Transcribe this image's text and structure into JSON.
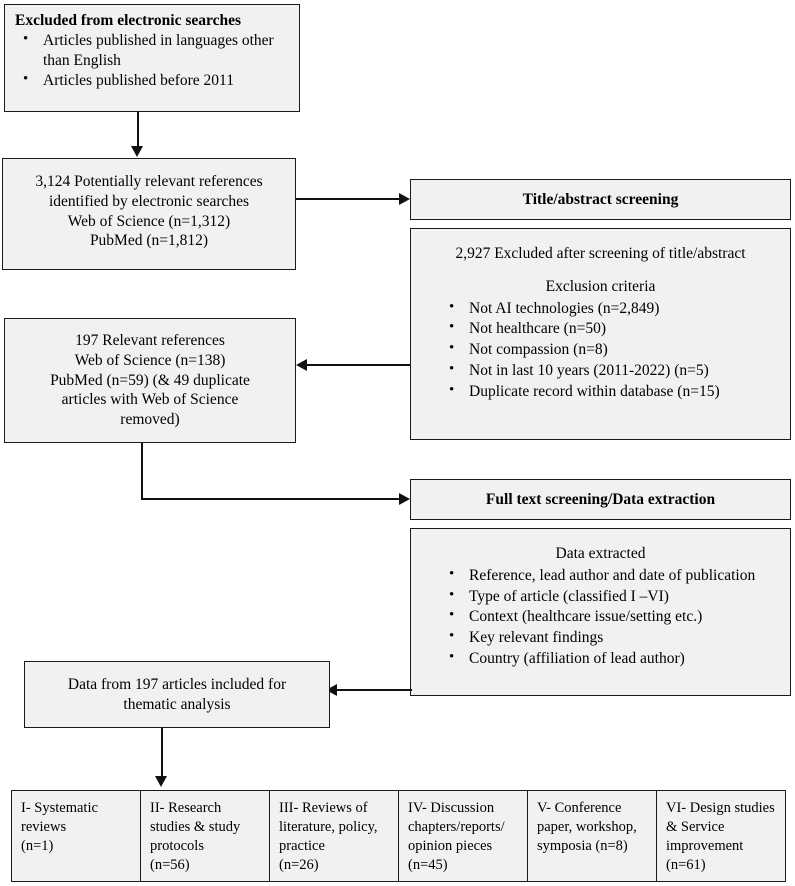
{
  "diagram": {
    "title": "PRISMA literature search and screening flow diagram",
    "box_fill": "#f1f1f1",
    "border_color": "#1a1a1a",
    "line_color": "#111111"
  },
  "excluded_box": {
    "heading": "Excluded from electronic searches",
    "items": [
      "Articles published in languages other than English",
      "Articles published before 2011"
    ]
  },
  "identified_box": {
    "lines": [
      "3,124 Potentially relevant references",
      "identified by electronic searches",
      "Web of Science (n=1,312)",
      "PubMed (n=1,812)"
    ]
  },
  "title_screening_box": {
    "heading": "Title/abstract screening"
  },
  "exclusion_box": {
    "heading": "2,927 Excluded after screening of title/abstract",
    "subheading": "Exclusion criteria",
    "items": [
      "Not AI technologies (n=2,849)",
      "Not healthcare (n=50)",
      "Not compassion (n=8)",
      "Not in last 10 years (2011-2022) (n=5)",
      "Duplicate record within database (n=15)"
    ]
  },
  "relevant_box": {
    "lines": [
      "197 Relevant references",
      "Web of Science (n=138)",
      "PubMed (n=59) (& 49 duplicate",
      "articles with Web of Science",
      "removed)"
    ]
  },
  "fulltext_box": {
    "heading": "Full text screening/Data extraction"
  },
  "data_extracted_box": {
    "subheading": "Data extracted",
    "items": [
      "Reference, lead author and date of publication",
      "Type of article (classified I –VI)",
      "Context (healthcare issue/setting etc.)",
      "Key relevant findings",
      "Country (affiliation of lead author)"
    ]
  },
  "thematic_box": {
    "lines": [
      "Data from 197 articles included for",
      "thematic analysis"
    ]
  },
  "categories": [
    {
      "label": "I- Systematic reviews",
      "count": "(n=1)"
    },
    {
      "label": "II- Research studies & study protocols",
      "count": "(n=56)"
    },
    {
      "label": "III- Reviews of literature, policy, practice",
      "count": "(n=26)"
    },
    {
      "label": "IV- Discussion chapters/reports/ opinion pieces",
      "count": "(n=45)"
    },
    {
      "label": "V- Conference paper, workshop, symposia (n=8)",
      "count": ""
    },
    {
      "label": "VI- Design studies & Service improvement",
      "count": "(n=61)"
    }
  ]
}
